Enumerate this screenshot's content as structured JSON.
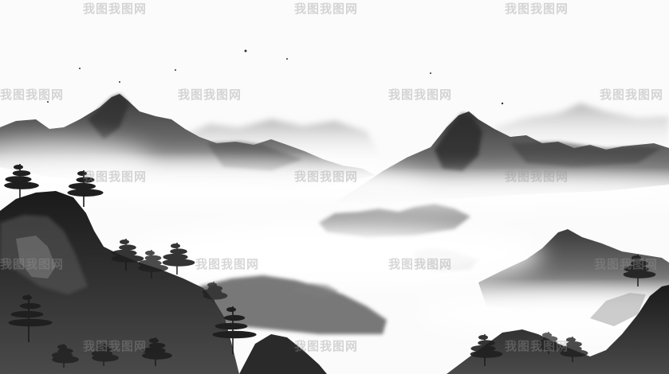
{
  "image": {
    "subject": "ink-wash mountains in mist",
    "palette": {
      "sky": "#fbfbfb",
      "far_mountains": "#c9c9c9",
      "mid_mountains": "#6e6e6e",
      "dark_ink": "#1e1e1e",
      "mist": "#ffffff"
    }
  },
  "watermarks": [
    {
      "text": "我图我图网"
    },
    {
      "text": "我图我图网"
    },
    {
      "text": "我图我图网"
    },
    {
      "text": "我图我图网"
    },
    {
      "text": "我图我图网"
    },
    {
      "text": "我图我图网"
    },
    {
      "text": "我图我图网"
    },
    {
      "text": "我图我图网"
    },
    {
      "text": "我图我图网"
    },
    {
      "text": "我图我图网"
    },
    {
      "text": "我图我图网"
    },
    {
      "text": "我图我图网"
    },
    {
      "text": "我图我图网"
    },
    {
      "text": "我图我图网"
    },
    {
      "text": "我图我图网"
    },
    {
      "text": "我图我图网"
    },
    {
      "text": "我图我图网"
    }
  ]
}
